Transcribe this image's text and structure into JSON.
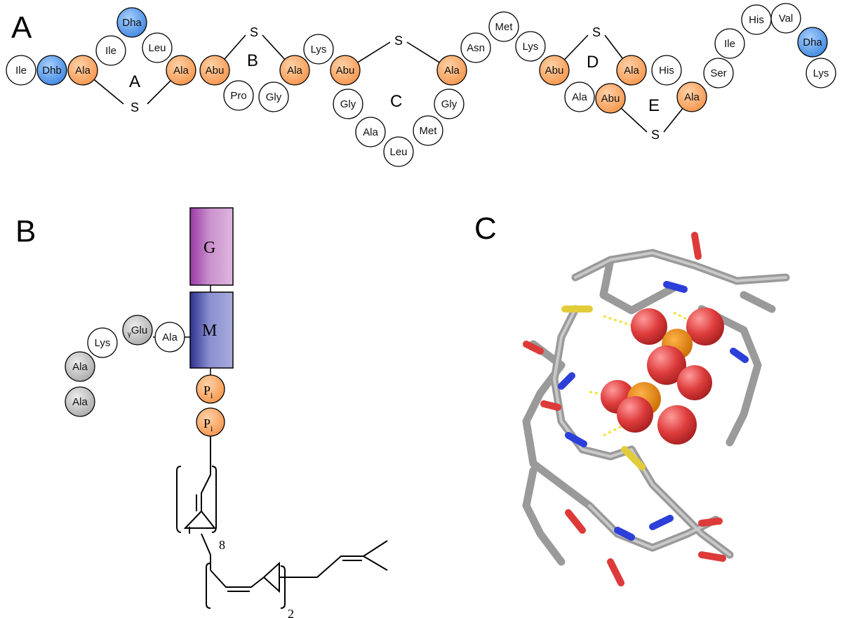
{
  "panels": {
    "a": "A",
    "b": "B",
    "c": "C"
  },
  "colors": {
    "lanthionine_orange": "#f79a55",
    "dehydro_blue": "#4d94e8",
    "plain_white": "#ffffff",
    "lipid_gray": "#bdbdbd",
    "g_box_purple": "#a24bb0",
    "m_box_blue": "#3a3d9e"
  },
  "residues": [
    {
      "label": "Ile",
      "kind": "plain"
    },
    {
      "label": "Dhb",
      "kind": "dehydro"
    },
    {
      "label": "Ala",
      "kind": "lan"
    },
    {
      "label": "Ile",
      "kind": "plain"
    },
    {
      "label": "Dha",
      "kind": "dehydro"
    },
    {
      "label": "Leu",
      "kind": "plain"
    },
    {
      "label": "Ala",
      "kind": "lan"
    },
    {
      "label": "Abu",
      "kind": "lan"
    },
    {
      "label": "Pro",
      "kind": "plain"
    },
    {
      "label": "Gly",
      "kind": "plain"
    },
    {
      "label": "Ala",
      "kind": "lan"
    },
    {
      "label": "Lys",
      "kind": "plain"
    },
    {
      "label": "Abu",
      "kind": "lan"
    },
    {
      "label": "Gly",
      "kind": "plain"
    },
    {
      "label": "Ala",
      "kind": "plain"
    },
    {
      "label": "Leu",
      "kind": "plain"
    },
    {
      "label": "Met",
      "kind": "plain"
    },
    {
      "label": "Gly",
      "kind": "plain"
    },
    {
      "label": "Ala",
      "kind": "lan"
    },
    {
      "label": "Asn",
      "kind": "plain"
    },
    {
      "label": "Met",
      "kind": "plain"
    },
    {
      "label": "Lys",
      "kind": "plain"
    },
    {
      "label": "Abu",
      "kind": "lan"
    },
    {
      "label": "Ala",
      "kind": "lan"
    },
    {
      "label": "Abu",
      "kind": "lan"
    },
    {
      "label": "Ala",
      "kind": "plain"
    },
    {
      "label": "His",
      "kind": "plain"
    },
    {
      "label": "Ala",
      "kind": "lan"
    },
    {
      "label": "Ser",
      "kind": "plain"
    },
    {
      "label": "Ile",
      "kind": "plain"
    },
    {
      "label": "His",
      "kind": "plain"
    },
    {
      "label": "Val",
      "kind": "plain"
    },
    {
      "label": "Dha",
      "kind": "dehydro"
    },
    {
      "label": "Lys",
      "kind": "plain"
    }
  ],
  "rings": [
    "A",
    "B",
    "C",
    "D",
    "E"
  ],
  "sulfur": "S",
  "lipid_ii": {
    "sugar_g": "G",
    "sugar_m": "M",
    "phosphate": "P",
    "phosphate_sub": "i",
    "peptide": [
      {
        "label": "Ala",
        "kind": "plain"
      },
      {
        "label": "Glu",
        "prefix": "γ",
        "kind": "gray"
      },
      {
        "label": "Lys",
        "kind": "plain"
      },
      {
        "label": "Ala",
        "kind": "gray"
      },
      {
        "label": "Ala",
        "kind": "gray"
      }
    ],
    "repeat_8": "8",
    "repeat_2": "2"
  }
}
